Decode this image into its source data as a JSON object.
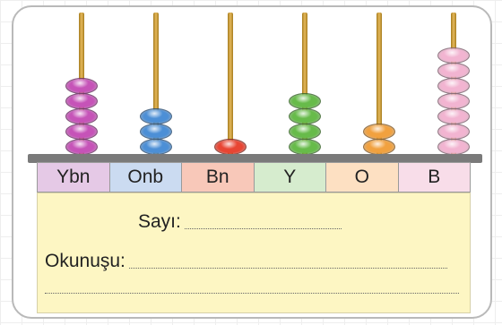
{
  "columns": [
    {
      "label": "Ybn",
      "count": 5,
      "color": "#c653b8",
      "bg": "#e5c9e6"
    },
    {
      "label": "Onb",
      "count": 3,
      "color": "#4c8fd6",
      "bg": "#cbdbf1"
    },
    {
      "label": "Bn",
      "count": 1,
      "color": "#e84533",
      "bg": "#f8c8b9"
    },
    {
      "label": "Y",
      "count": 4,
      "color": "#67bb4a",
      "bg": "#d6ecce"
    },
    {
      "label": "O",
      "count": 2,
      "color": "#f1a13f",
      "bg": "#fde0c2"
    },
    {
      "label": "B",
      "count": 7,
      "color": "#f2b4d1",
      "bg": "#f8dde9"
    }
  ],
  "answer": {
    "sayi_label": "Sayı:",
    "okunusu_label": "Okunuşu:"
  }
}
